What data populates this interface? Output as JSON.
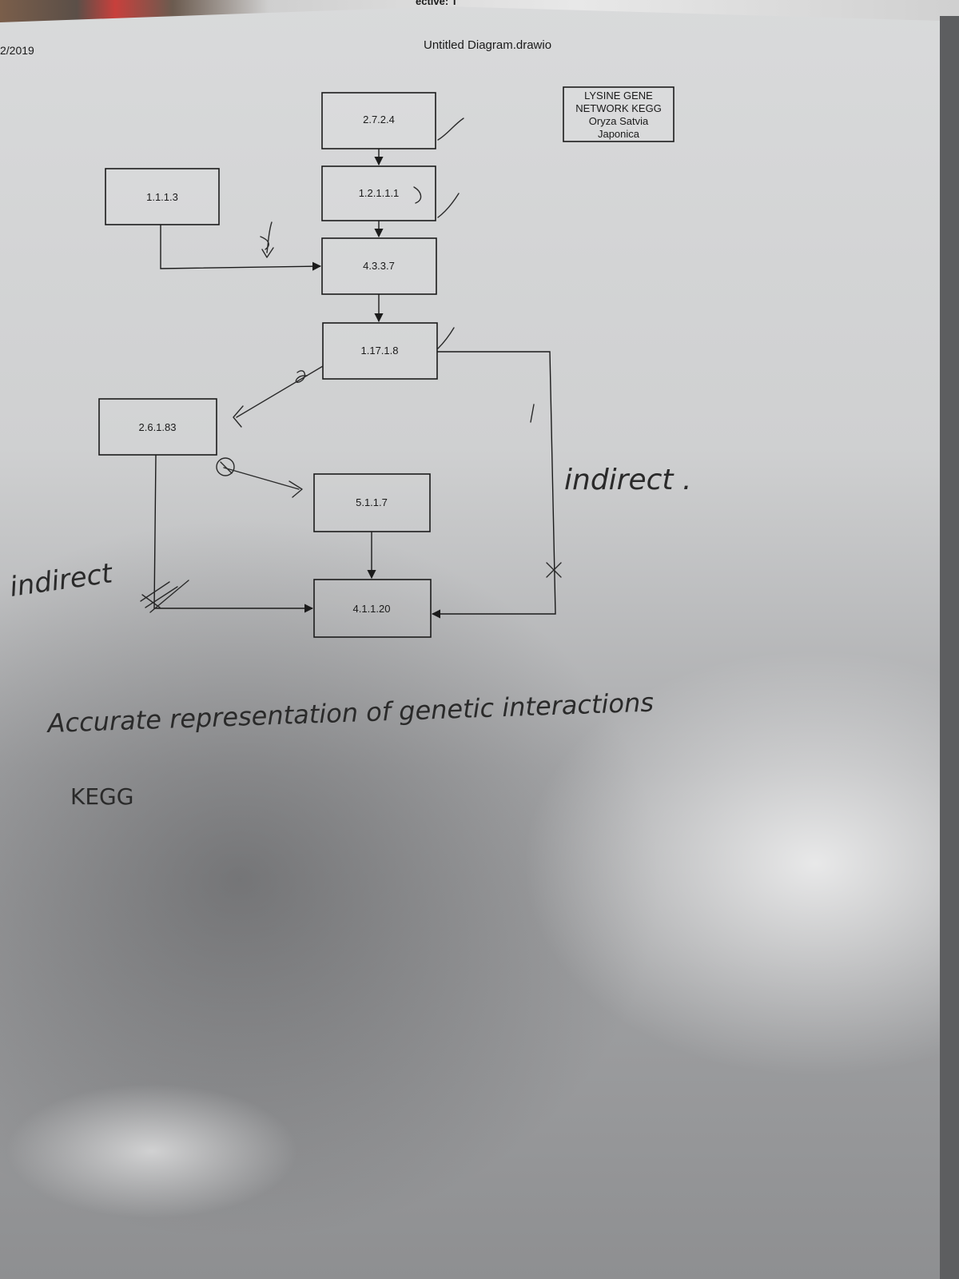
{
  "header": {
    "date_fragment": "2/2019",
    "title": "Untitled Diagram.drawio",
    "top_fragment": "ective: T"
  },
  "legend": {
    "line1": "LYSINE GENE",
    "line2": "NETWORK KEGG",
    "line3": "Oryza Satvia",
    "line4": "Japonica"
  },
  "nodes": {
    "n2724": "2.7.2.4",
    "n12111": "1.2.1.1.1",
    "n1113": "1.1.1.3",
    "n4337": "4.3.3.7",
    "n11718": "1.17.1.8",
    "n26183": "2.6.1.83",
    "n5117": "5.1.1.7",
    "n41120": "4.1.1.20"
  },
  "annotations": {
    "indirect_right": "indirect .",
    "indirect_left": "indirect",
    "caption": "Accurate representation of genetic interactions",
    "kegg": "KEGG"
  }
}
